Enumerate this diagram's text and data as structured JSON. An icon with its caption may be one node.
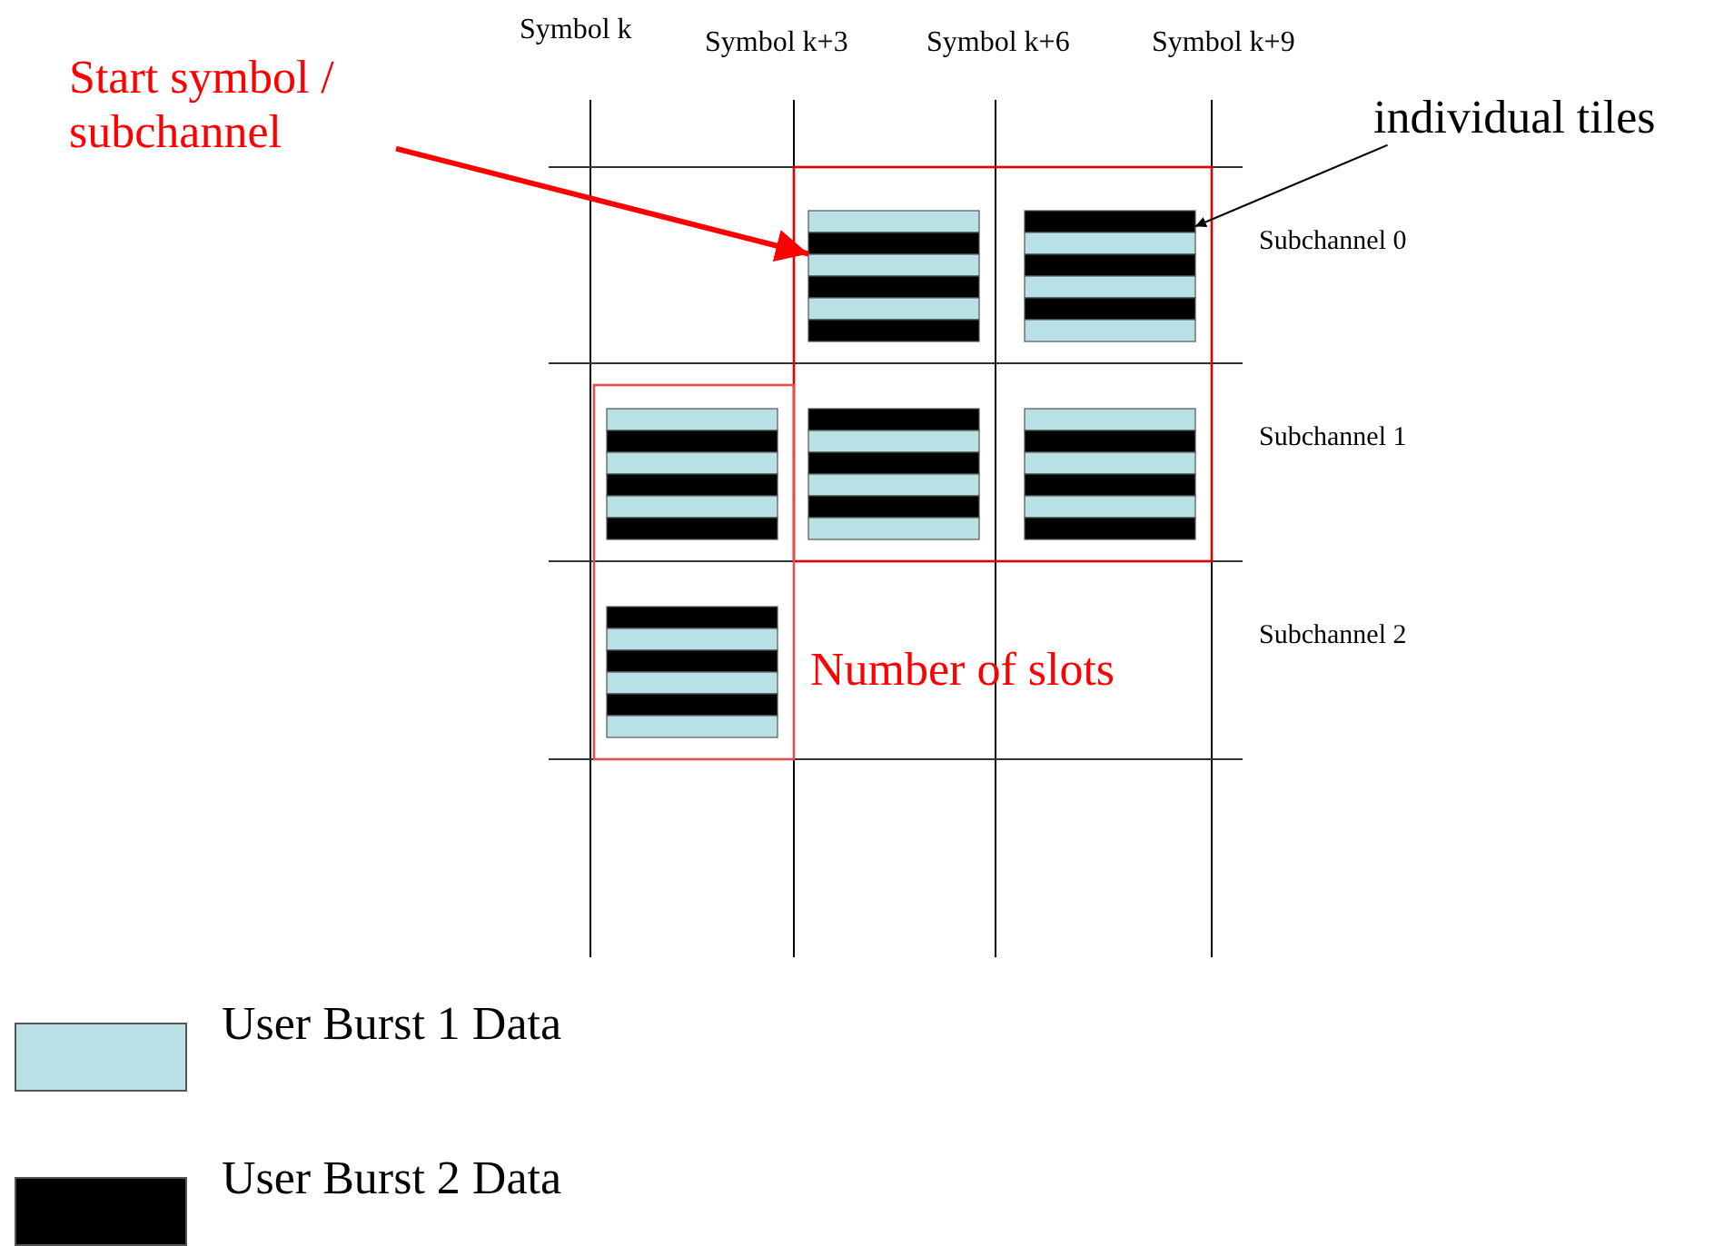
{
  "diagram": {
    "nodes": [
      {
        "text": [
          "Start symbol / subchannel"
        ]
      },
      {
        "text": [
          "individual tiles"
        ]
      },
      {
        "text": [],
        "shape": "box"
      },
      {
        "text": [],
        "shape": "box"
      },
      {
        "text": [],
        "shape": "box"
      },
      {
        "text": [],
        "shape": "box"
      },
      {
        "text": [],
        "shape": "box"
      },
      {
        "text": [],
        "shape": "box"
      }
    ],
    "edges": [
      {
        "from": 0,
        "to": 2,
        "arrow": "to",
        "style": "thick",
        "color": "#ff0000"
      },
      {
        "from": 1,
        "to": 3,
        "arrow": "to",
        "color": "#000000"
      }
    ],
    "labels": [
      "Symbol k",
      "Symbol k+3",
      "Symbol k+6",
      "Symbol k+9",
      "Subchannel 0",
      "Subchannel 1",
      "Subchannel 2",
      "Number of slots"
    ],
    "legend": [
      {
        "text": "User Burst 1 Data",
        "color": "#b9e0e5"
      },
      {
        "text": "User Burst 2 Data",
        "color": "#000000"
      }
    ]
  }
}
